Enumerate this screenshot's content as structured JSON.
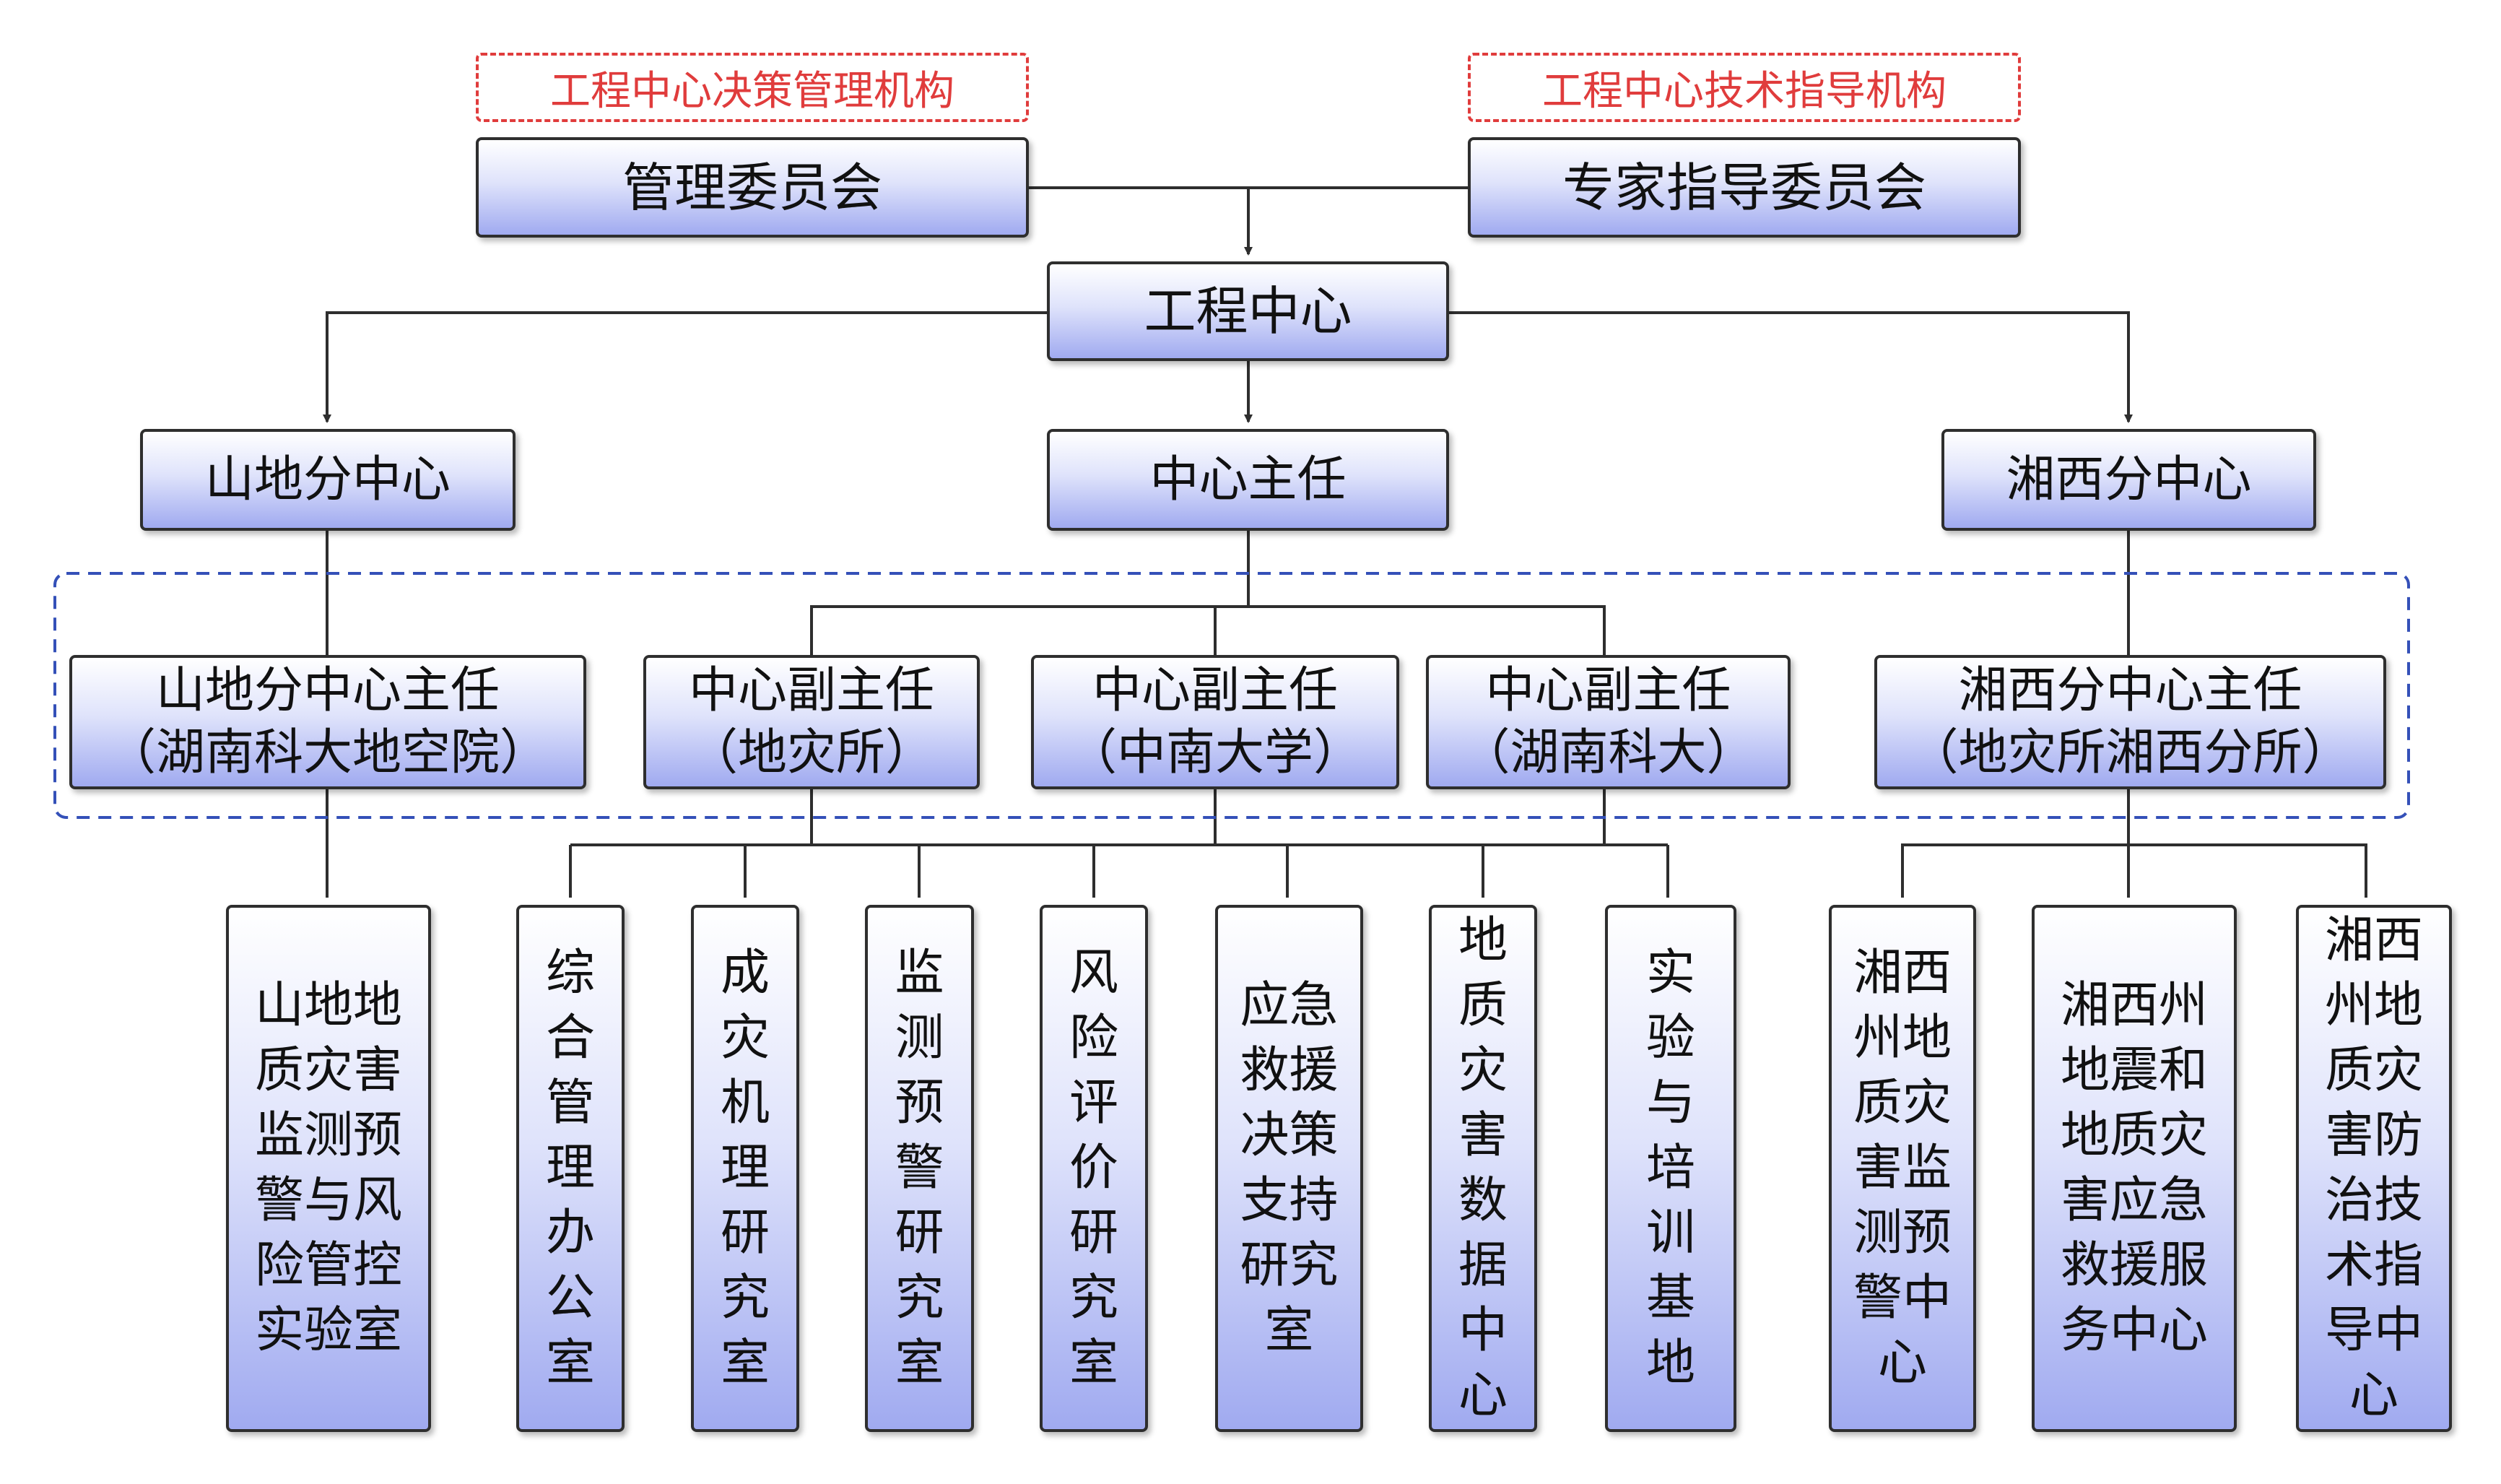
{
  "labels": {
    "decision_org": "工程中心决策管理机构",
    "tech_org": "工程中心技术指导机构"
  },
  "top": {
    "mgmt_committee": "管理委员会",
    "expert_committee": "专家指导委员会",
    "center": "工程中心"
  },
  "level2": {
    "shandi": "山地分中心",
    "director": "中心主任",
    "xiangxi": "湘西分中心"
  },
  "level3": {
    "shandi_director": [
      "山地分中心主任",
      "（湖南科大地空院）"
    ],
    "vice1": [
      "中心副主任",
      "（地灾所）"
    ],
    "vice2": [
      "中心副主任",
      "（中南大学）"
    ],
    "vice3": [
      "中心副主任",
      "（湖南科大）"
    ],
    "xiangxi_director": [
      "湘西分中心主任",
      "（地灾所湘西分所）"
    ]
  },
  "units": [
    {
      "key": "u1",
      "lines": [
        "山地地",
        "质灾害",
        "监测预",
        "警与风",
        "险管控",
        "实验室"
      ]
    },
    {
      "key": "u2",
      "lines": [
        "综",
        "合",
        "管",
        "理",
        "办",
        "公",
        "室"
      ]
    },
    {
      "key": "u3",
      "lines": [
        "成",
        "灾",
        "机",
        "理",
        "研",
        "究",
        "室"
      ]
    },
    {
      "key": "u4",
      "lines": [
        "监",
        "测",
        "预",
        "警",
        "研",
        "究",
        "室"
      ]
    },
    {
      "key": "u5",
      "lines": [
        "风",
        "险",
        "评",
        "价",
        "研",
        "究",
        "室"
      ]
    },
    {
      "key": "u6",
      "lines": [
        "应急",
        "救援",
        "决策",
        "支持",
        "研究",
        "室"
      ]
    },
    {
      "key": "u7",
      "lines": [
        "地",
        "质",
        "灾",
        "害",
        "数",
        "据",
        "中",
        "心"
      ]
    },
    {
      "key": "u8",
      "lines": [
        "实",
        "验",
        "与",
        "培",
        "训",
        "基",
        "地"
      ]
    },
    {
      "key": "u9",
      "lines": [
        "湘西",
        "州地",
        "质灾",
        "害监",
        "测预",
        "警中",
        "心"
      ]
    },
    {
      "key": "u10",
      "lines": [
        "湘西州",
        "地震和",
        "地质灾",
        "害应急",
        "救援服",
        "务中心"
      ]
    },
    {
      "key": "u11",
      "lines": [
        "湘西",
        "州地",
        "质灾",
        "害防",
        "治技",
        "术指",
        "导中",
        "心"
      ]
    }
  ],
  "colors": {
    "line": "#2e2e2e",
    "tag_border": "#e03c3c",
    "group_border": "#3450b8",
    "box_bottom": "#a0aaf0"
  }
}
